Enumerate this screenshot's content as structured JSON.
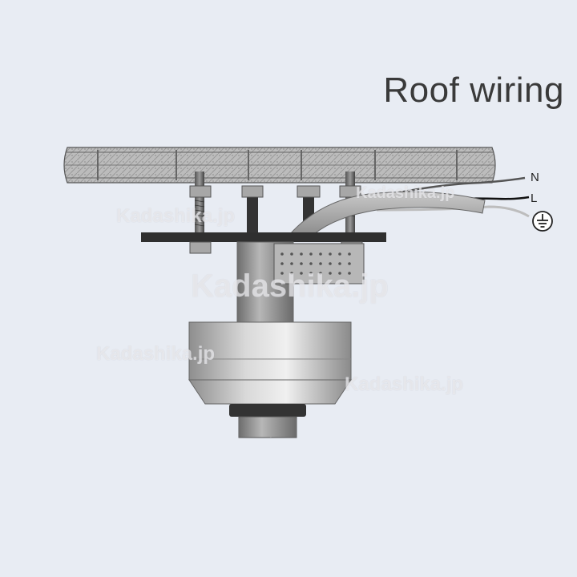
{
  "title": "Roof wiring",
  "wires": {
    "neutral": "N",
    "live": "L",
    "earth_icon": "earth-ground-icon"
  },
  "watermark": "Kadashika.jp",
  "colors": {
    "background": "#e8ecf3",
    "metal": "#a9a9a9",
    "panel": "#b9b9b9",
    "flange": "#2f2f2f"
  }
}
